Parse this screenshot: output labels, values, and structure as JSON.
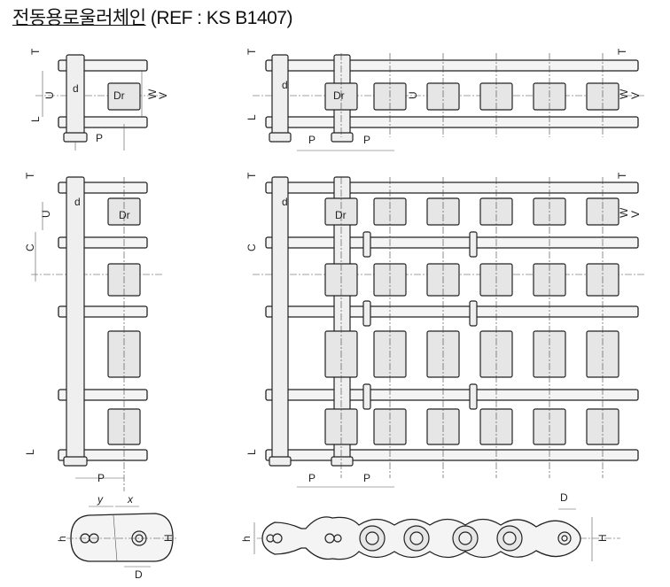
{
  "title": {
    "korean": "전동용로울러체인",
    "ref": "(REF : KS B1407)"
  },
  "labels": {
    "T": "T",
    "U": "U",
    "d": "d",
    "Dr": "Dr",
    "W": "W",
    "V": "V",
    "L": "L",
    "P": "P",
    "C": "C",
    "y": "y",
    "x": "x",
    "h": "h",
    "H": "H",
    "D": "D"
  },
  "colors": {
    "line": "#222222",
    "fill": "#f4f4f4",
    "roller": "#e6e6e6"
  }
}
